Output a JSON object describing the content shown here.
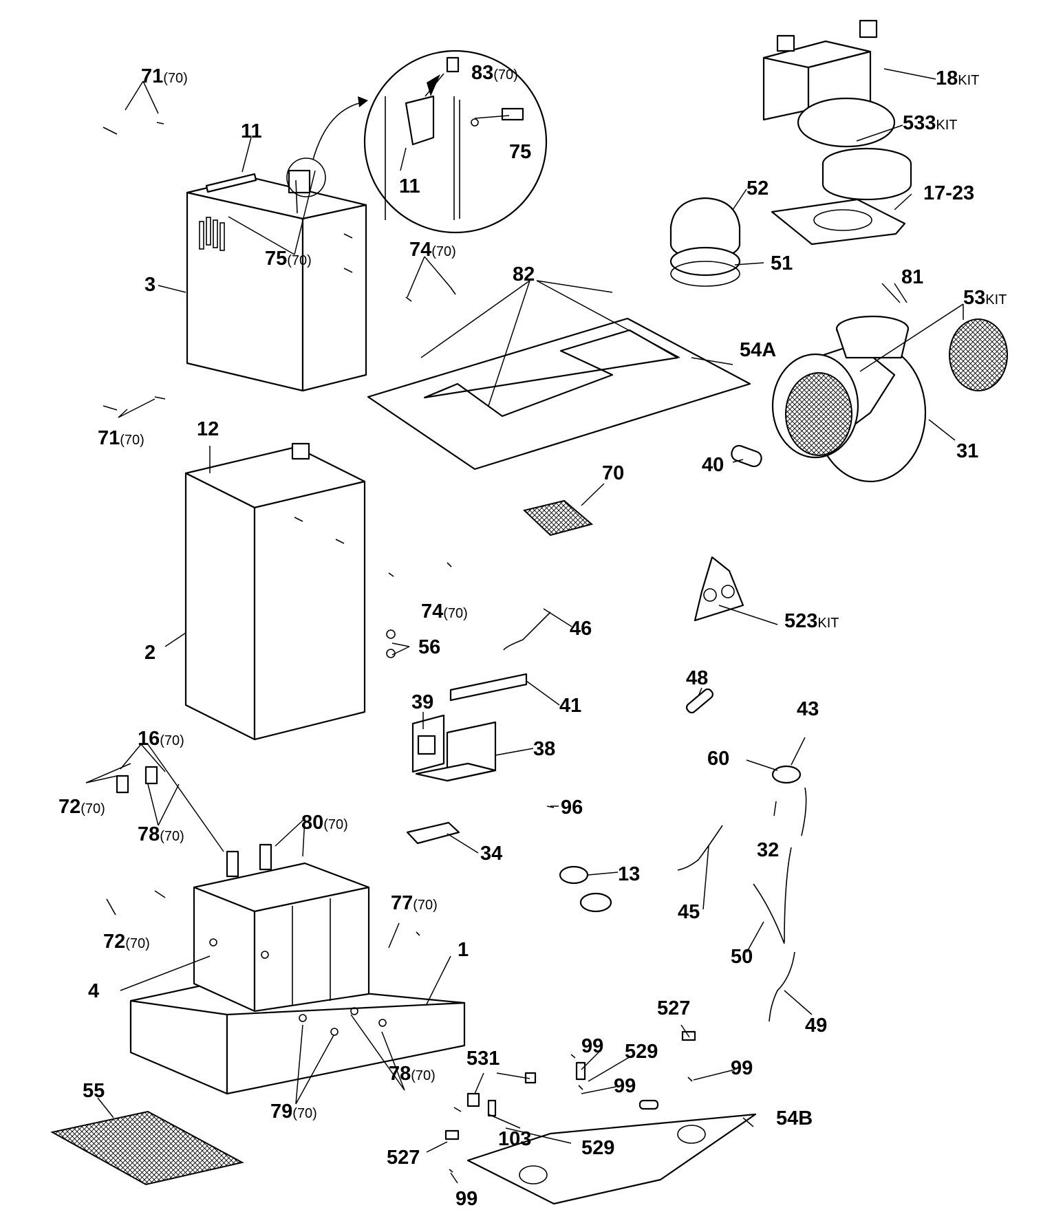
{
  "parts": [
    {
      "id": "p71a",
      "number": "71",
      "suffix": "(70)"
    },
    {
      "id": "p71b",
      "number": "71",
      "suffix": "(70)"
    },
    {
      "id": "p11a",
      "number": "11",
      "suffix": ""
    },
    {
      "id": "p11b",
      "number": "11",
      "suffix": ""
    },
    {
      "id": "p83",
      "number": "83",
      "suffix": "(70)"
    },
    {
      "id": "p75a",
      "number": "75",
      "suffix": ""
    },
    {
      "id": "p75b",
      "number": "75",
      "suffix": "(70)"
    },
    {
      "id": "p3",
      "number": "3",
      "suffix": ""
    },
    {
      "id": "p74a",
      "number": "74",
      "suffix": "(70)"
    },
    {
      "id": "p74b",
      "number": "74",
      "suffix": "(70)"
    },
    {
      "id": "p82",
      "number": "82",
      "suffix": ""
    },
    {
      "id": "p12",
      "number": "12",
      "suffix": ""
    },
    {
      "id": "p2",
      "number": "2",
      "suffix": ""
    },
    {
      "id": "p18",
      "number": "18",
      "suffix": "KIT"
    },
    {
      "id": "p533",
      "number": "533",
      "suffix": "KIT"
    },
    {
      "id": "p17",
      "number": "17-23",
      "suffix": ""
    },
    {
      "id": "p52",
      "number": "52",
      "suffix": ""
    },
    {
      "id": "p51",
      "number": "51",
      "suffix": ""
    },
    {
      "id": "p81",
      "number": "81",
      "suffix": ""
    },
    {
      "id": "p53",
      "number": "53",
      "suffix": "KIT"
    },
    {
      "id": "p54a",
      "number": "54A",
      "suffix": ""
    },
    {
      "id": "p31",
      "number": "31",
      "suffix": ""
    },
    {
      "id": "p40",
      "number": "40",
      "suffix": ""
    },
    {
      "id": "p70",
      "number": "70",
      "suffix": ""
    },
    {
      "id": "p523",
      "number": "523",
      "suffix": "KIT"
    },
    {
      "id": "p46",
      "number": "46",
      "suffix": ""
    },
    {
      "id": "p56",
      "number": "56",
      "suffix": ""
    },
    {
      "id": "p39",
      "number": "39",
      "suffix": ""
    },
    {
      "id": "p41",
      "number": "41",
      "suffix": ""
    },
    {
      "id": "p38",
      "number": "38",
      "suffix": ""
    },
    {
      "id": "p48",
      "number": "48",
      "suffix": ""
    },
    {
      "id": "p43",
      "number": "43",
      "suffix": ""
    },
    {
      "id": "p60",
      "number": "60",
      "suffix": ""
    },
    {
      "id": "p16",
      "number": "16",
      "suffix": "(70)"
    },
    {
      "id": "p72a",
      "number": "72",
      "suffix": "(70)"
    },
    {
      "id": "p78a",
      "number": "78",
      "suffix": "(70)"
    },
    {
      "id": "p80",
      "number": "80",
      "suffix": "(70)"
    },
    {
      "id": "p96",
      "number": "96",
      "suffix": ""
    },
    {
      "id": "p32",
      "number": "32",
      "suffix": ""
    },
    {
      "id": "p34",
      "number": "34",
      "suffix": ""
    },
    {
      "id": "p13",
      "number": "13",
      "suffix": ""
    },
    {
      "id": "p45",
      "number": "45",
      "suffix": ""
    },
    {
      "id": "p77",
      "number": "77",
      "suffix": "(70)"
    },
    {
      "id": "p72b",
      "number": "72",
      "suffix": "(70)"
    },
    {
      "id": "p1",
      "number": "1",
      "suffix": ""
    },
    {
      "id": "p4",
      "number": "4",
      "suffix": ""
    },
    {
      "id": "p50",
      "number": "50",
      "suffix": ""
    },
    {
      "id": "p49",
      "number": "49",
      "suffix": ""
    },
    {
      "id": "p527a",
      "number": "527",
      "suffix": ""
    },
    {
      "id": "p99a",
      "number": "99",
      "suffix": ""
    },
    {
      "id": "p529a",
      "number": "529",
      "suffix": ""
    },
    {
      "id": "p99b",
      "number": "99",
      "suffix": ""
    },
    {
      "id": "p99c",
      "number": "99",
      "suffix": ""
    },
    {
      "id": "p78b",
      "number": "78",
      "suffix": "(70)"
    },
    {
      "id": "p79",
      "number": "79",
      "suffix": "(70)"
    },
    {
      "id": "p55",
      "number": "55",
      "suffix": ""
    },
    {
      "id": "p531",
      "number": "531",
      "suffix": ""
    },
    {
      "id": "p103",
      "number": "103",
      "suffix": ""
    },
    {
      "id": "p54b",
      "number": "54B",
      "suffix": ""
    },
    {
      "id": "p529b",
      "number": "529",
      "suffix": ""
    },
    {
      "id": "p527b",
      "number": "527",
      "suffix": ""
    },
    {
      "id": "p99d",
      "number": "99",
      "suffix": ""
    }
  ]
}
